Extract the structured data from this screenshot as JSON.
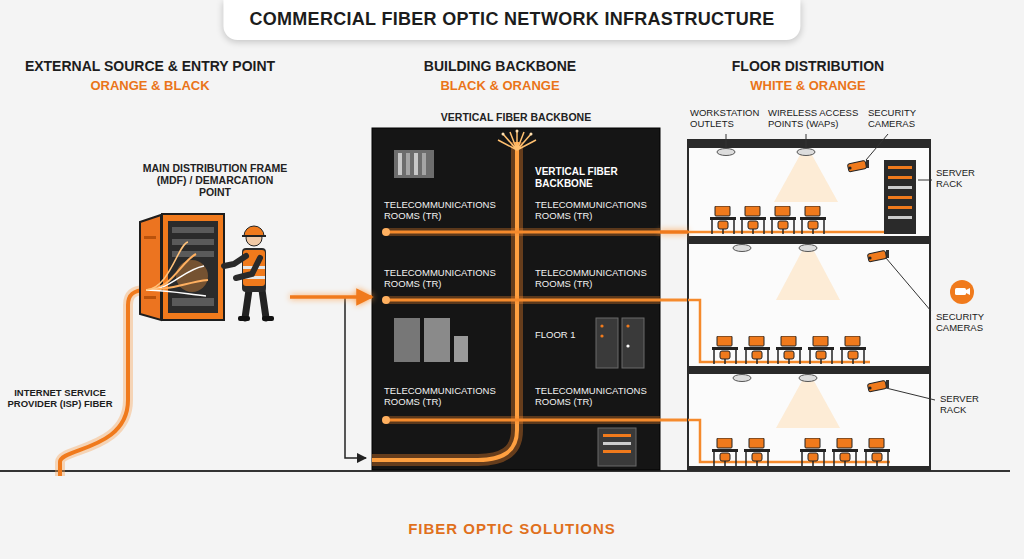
{
  "diagram": {
    "title": "COMMERCIAL FIBER OPTIC NETWORK INFRASTRUCTURE",
    "caption": "FIBER OPTIC SOLUTIONS",
    "nodes": [
      {
        "text": [
          "MAIN DISTRIBUTION FRAME (MDF) / DEMARCATION POINT"
        ]
      },
      {
        "text": [
          "VERTICAL FIBER BACKBONE",
          "VERTICAL FIBER BACKBONE",
          "TELECOMMUNICATIONS ROOMS (TR)",
          "TELECOMMUNICATIONS ROOMS (TR)",
          "TELECOMMUNICATIONS ROOMS (TR)",
          "TELECOMMUNICATIONS ROOMS (TR)",
          "FLOOR 1",
          "TELECOMMUNICATIONS ROOMS (TR)",
          "TELECOMMUNICATIONS ROOMS (TR)"
        ]
      },
      {
        "text": [
          "WORKSTATION OUTLETS",
          "WIRELESS ACCESS POINTS (WAPs)",
          "SECURITY CAMERAS",
          "SERVER RACK",
          "SECURITY CAMERAS",
          "SERVER RACK"
        ]
      }
    ],
    "edges": [
      {
        "from": 0,
        "to": 1,
        "arrow": "to"
      },
      {
        "from": 1,
        "to": 2,
        "arrow": "none"
      }
    ],
    "labels": [
      "EXTERNAL SOURCE & ENTRY POINT",
      "ORANGE & BLACK",
      "BUILDING BACKBONE",
      "BLACK & ORANGE",
      "FLOOR DISTRIBUTION",
      "WHITE & ORANGE",
      "INTERNET SERVICE PROVIDER (ISP) FIBER"
    ]
  }
}
